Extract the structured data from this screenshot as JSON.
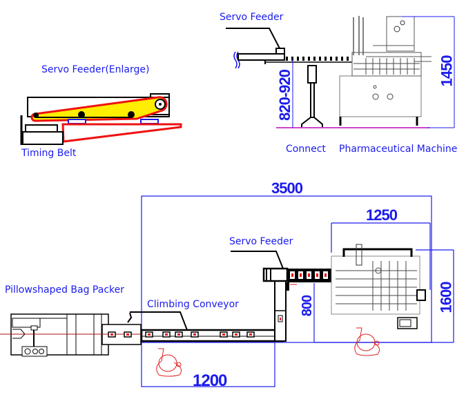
{
  "top_left": {
    "title": "Servo Feeder(Enlarge)",
    "caption": "Timing Belt"
  },
  "top_right": {
    "servo_label": "Servo Feeder",
    "height_dim": "820-920",
    "machine_height_dim": "1450",
    "caption_connect": "Connect",
    "caption_machine": "Pharmaceutical Machine"
  },
  "bottom": {
    "bag_packer_label": "Pillowshaped Bag Packer",
    "climbing_label": "Climbing Conveyor",
    "servo_label": "Servo Feeder",
    "overall_width_dim": "3500",
    "machine_width_dim": "1250",
    "machine_depth_dim": "1600",
    "feeder_offset_dim": "800",
    "conveyor_depth_dim": "1200"
  },
  "colors": {
    "label_blue": "#1a1aee",
    "belt_red": "#ee1111",
    "belt_yellow": "#ffee00",
    "operator_red": "#dd2222",
    "floor_magenta": "#cc44cc"
  }
}
